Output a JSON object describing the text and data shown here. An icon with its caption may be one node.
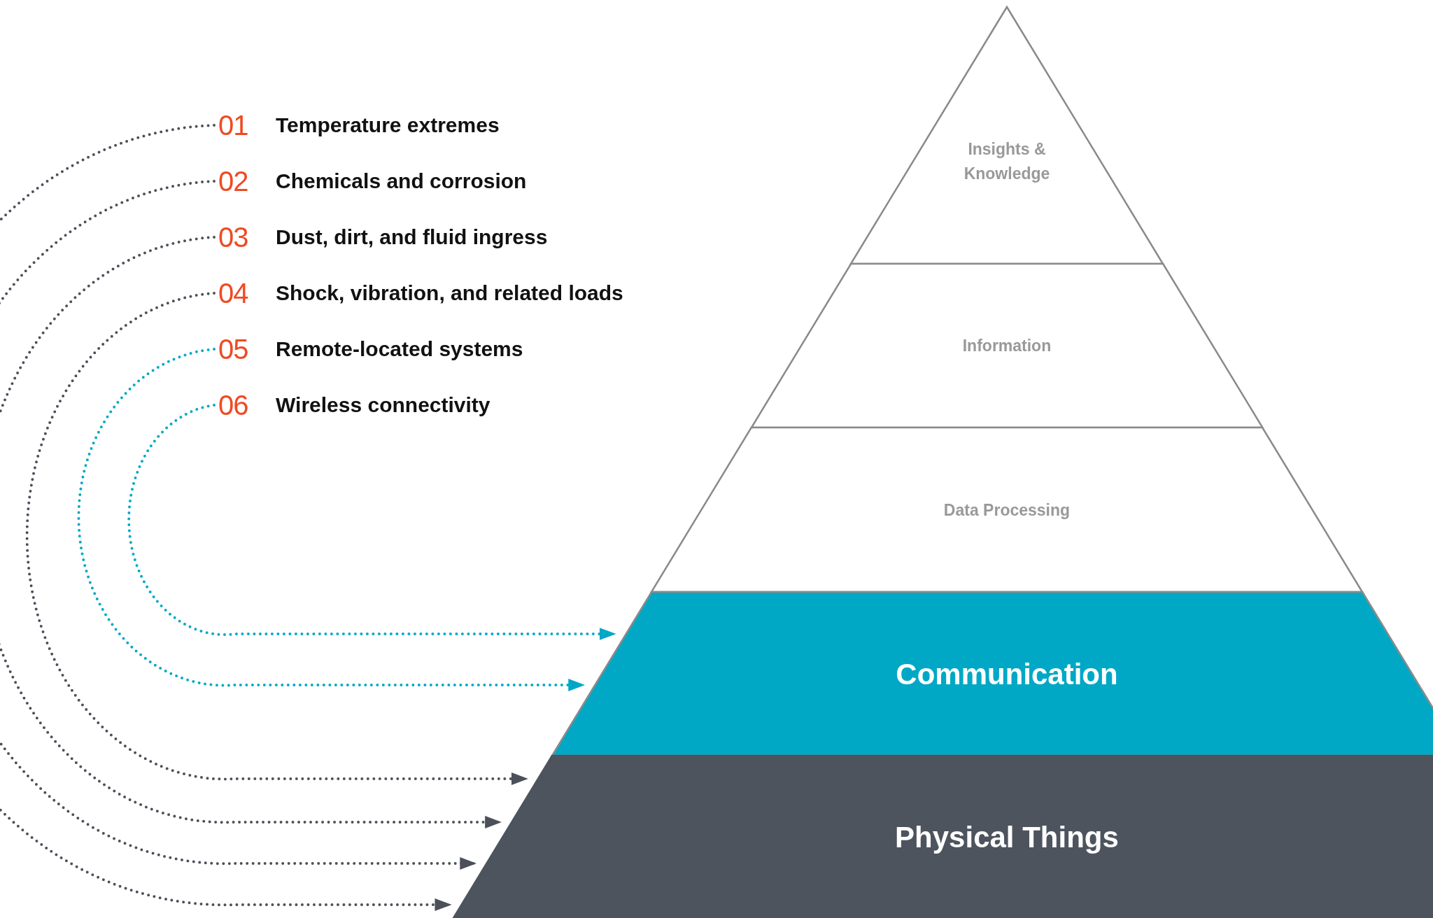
{
  "diagram": {
    "nodes": [
      {
        "text": [
          "01",
          "Temperature extremes"
        ]
      },
      {
        "text": [
          "02",
          "Chemicals and corrosion"
        ]
      },
      {
        "text": [
          "03",
          "Dust, dirt, and fluid ingress"
        ]
      },
      {
        "text": [
          "04",
          "Shock, vibration, and related loads"
        ]
      },
      {
        "text": [
          "05",
          "Remote-located systems"
        ]
      },
      {
        "text": [
          "06",
          "Wireless connectivity"
        ]
      },
      {
        "text": [
          "Insights & Knowledge"
        ]
      },
      {
        "text": [
          "Information"
        ]
      },
      {
        "text": [
          "Data Processing"
        ]
      },
      {
        "text": [
          "Communication"
        ]
      },
      {
        "text": [
          "Physical Things"
        ]
      }
    ],
    "edges": [
      {
        "from": 0,
        "to": 10,
        "arrow": "to",
        "style": "dashed"
      },
      {
        "from": 1,
        "to": 10,
        "arrow": "to",
        "style": "dashed"
      },
      {
        "from": 2,
        "to": 10,
        "arrow": "to",
        "style": "dashed"
      },
      {
        "from": 3,
        "to": 10,
        "arrow": "to",
        "style": "dashed"
      },
      {
        "from": 4,
        "to": 9,
        "arrow": "to",
        "style": "dashed",
        "color": "#00a8c6"
      },
      {
        "from": 5,
        "to": 9,
        "arrow": "to",
        "style": "dashed",
        "color": "#00a8c6"
      }
    ]
  }
}
